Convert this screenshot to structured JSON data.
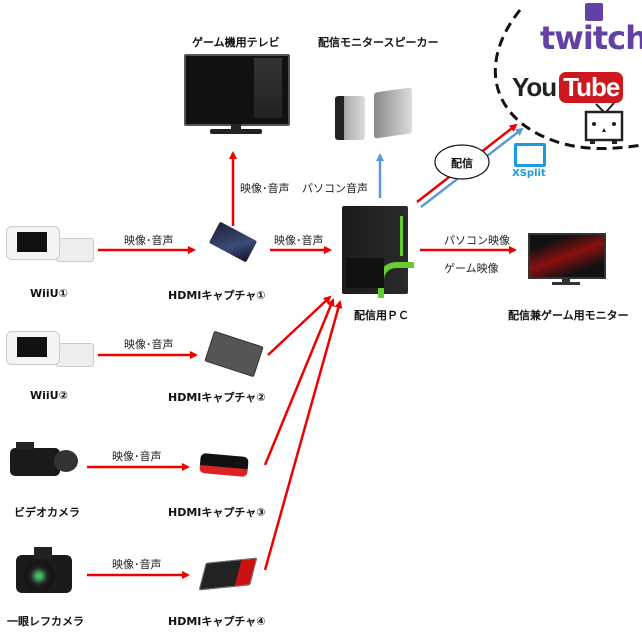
{
  "diagram": {
    "nodes": {
      "tv": {
        "label": "ゲーム機用テレビ"
      },
      "speaker": {
        "label": "配信モニタースピーカー"
      },
      "wiiu1": {
        "label": "WiiU①"
      },
      "wiiu2": {
        "label": "WiiU②"
      },
      "videocam": {
        "label": "ビデオカメラ"
      },
      "dslr": {
        "label": "一眼レフカメラ"
      },
      "cap1": {
        "label": "HDMIキャプチャ①"
      },
      "cap2": {
        "label": "HDMIキャプチャ②"
      },
      "cap3": {
        "label": "HDMIキャプチャ③"
      },
      "cap4": {
        "label": "HDMIキャプチャ④"
      },
      "pc": {
        "label": "配信用ＰＣ"
      },
      "monitor": {
        "label": "配信兼ゲーム用モニター"
      },
      "stream": {
        "label": "配信"
      },
      "xsplit": {
        "label": "XSplit"
      },
      "twitch": {
        "label": "twitch"
      },
      "youtube": {
        "label_you": "You",
        "label_tube": "Tube"
      }
    },
    "edges": {
      "wiiu1_cap1": "映像･音声",
      "wiiu2_cap2": "映像･音声",
      "videocam_cap3": "映像･音声",
      "dslr_cap4": "映像･音声",
      "cap1_tv": "映像･音声",
      "pc_speaker": "パソコン音声",
      "cap1_pc": "映像･音声",
      "pc_monitor_top": "パソコン映像",
      "pc_monitor_bottom": "ゲーム映像"
    },
    "colors": {
      "red_arrow": "#ee0000",
      "blue_arrow": "#5b9bd5",
      "twitch": "#6441a4",
      "youtube": "#cc181e",
      "xsplit": "#1a9be0"
    }
  }
}
